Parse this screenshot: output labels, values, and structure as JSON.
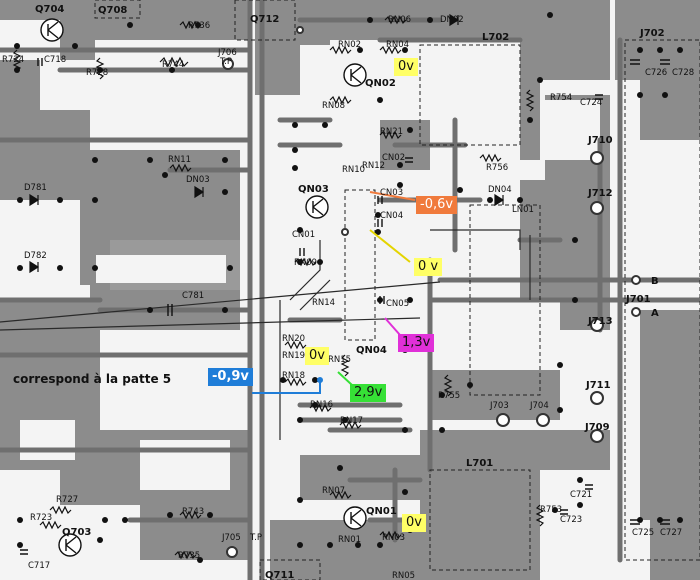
{
  "component_labels": {
    "q704": "Q704",
    "q708": "Q708",
    "r736": "R736",
    "q712": "Q712",
    "rn06": "RN06",
    "dn02": "DN02",
    "r724": "R724",
    "c718": "C718",
    "r728": "R728",
    "r744": "R744",
    "j706": "J706",
    "tp_top": "T.P",
    "rn02": "RN02",
    "rn04": "RN04",
    "qn02": "QN02",
    "rn08": "RN08",
    "l702": "L702",
    "j702": "J702",
    "r754": "R754",
    "c724": "C724",
    "c726": "C726",
    "c728": "C728",
    "rn21": "RN21",
    "cn02": "CN02",
    "rn10": "RN10",
    "rn12": "RN12",
    "r756": "R756",
    "j710": "J710",
    "rn11": "RN11",
    "dn03": "DN03",
    "d781": "D781",
    "qn03": "QN03",
    "cn03": "CN03",
    "dn04": "DN04",
    "j712": "J712",
    "cn04": "CN04",
    "ln01": "LN01",
    "cn01": "CN01",
    "rn09": "RN09",
    "d782": "D782",
    "b_pin": "B",
    "c781": "C781",
    "rn14": "RN14",
    "cn05": "CN05",
    "j701": "J701",
    "a_pin": "A",
    "j713": "J713",
    "rn20": "RN20",
    "rn19": "RN19",
    "qn04": "QN04",
    "rn15": "RN15",
    "rn18": "RN18",
    "r755": "R755",
    "j711": "J711",
    "rn16": "RN16",
    "j703": "J703",
    "j704": "J704",
    "rn17": "RN17",
    "j709": "J709",
    "l701": "L701",
    "r727": "R727",
    "rn07": "RN07",
    "c721": "C721",
    "r723": "R723",
    "q703": "Q703",
    "r743": "R743",
    "qn01": "QN01",
    "r753": "R753",
    "c723": "C723",
    "c717": "C717",
    "rn01": "RN01",
    "rn03": "RN03",
    "c725": "C725",
    "c727": "C727",
    "r735": "R735",
    "j705": "J705",
    "tp_bottom": "T.P",
    "q711": "Q711",
    "rn05": "RN05"
  },
  "annotations": {
    "qn02_voltage": "0v",
    "cn03_voltage": "-0,6v",
    "cn04_voltage": "0 v",
    "cn05_voltage": "1,3v",
    "rn19_voltage": "0v",
    "qn04_pin5_voltage": "-0,9v",
    "rn15_voltage": "2,9v",
    "qn01_voltage": "0v",
    "caption": "correspond à la patte 5"
  },
  "colors": {
    "yellow": "#ffff66",
    "orange": "#f07a3c",
    "magenta": "#e030d8",
    "green": "#36e036",
    "blue": "#1f7dd8",
    "copper": "#8a8a8a",
    "ink": "#111111"
  }
}
